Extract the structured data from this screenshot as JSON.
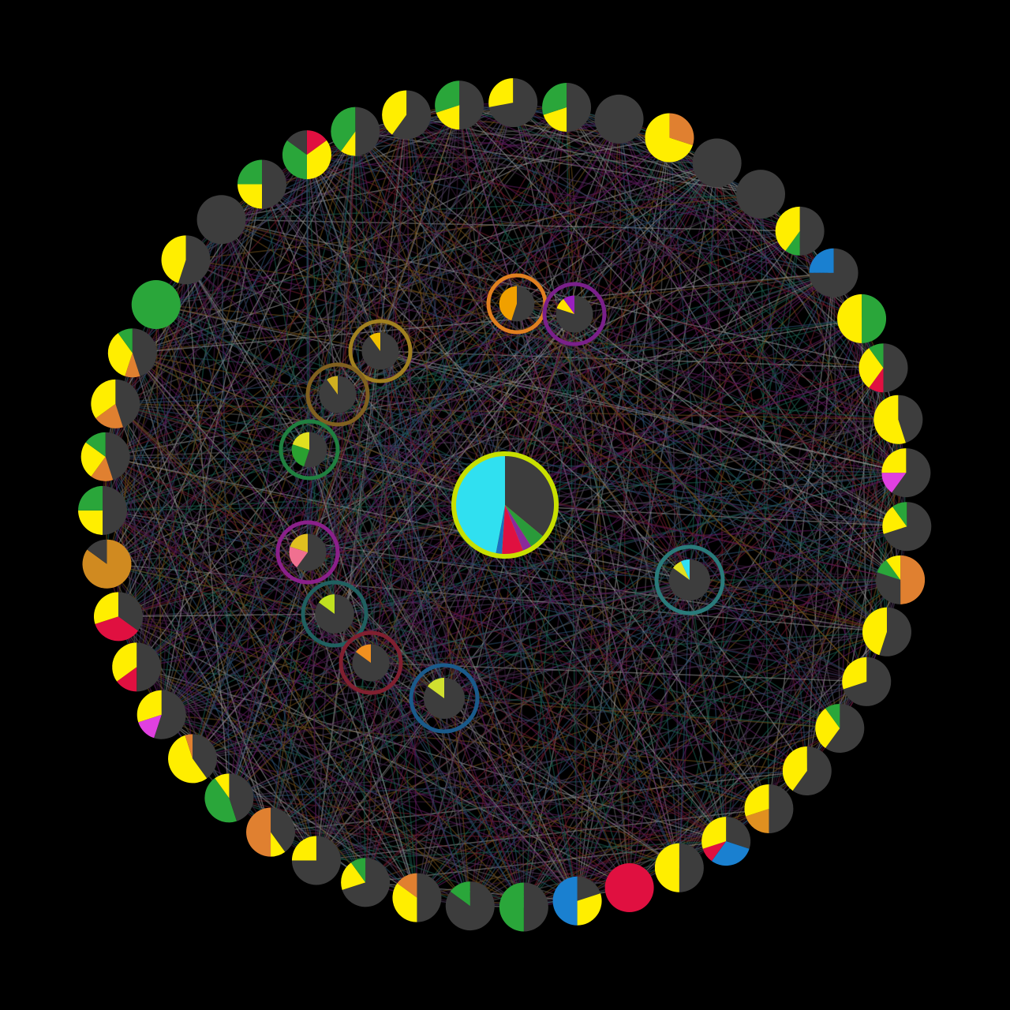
{
  "background": "#000000",
  "node_base_color": "#3d3d3d",
  "edge_colors": [
    "#8a8a8a",
    "#5a1a5a",
    "#6a4a1a",
    "#1a5a4a",
    "#4a3a5a",
    "#555555",
    "#3a1a3a",
    "#2a4a6a",
    "#6a1a2a"
  ],
  "center_hub": {
    "ring": "#c8e000",
    "slices": [
      {
        "color": "#3d3d3d",
        "fraction": 0.36
      },
      {
        "color": "#2a9a3a",
        "fraction": 0.05
      },
      {
        "color": "#8a2a9a",
        "fraction": 0.03
      },
      {
        "color": "#e01040",
        "fraction": 0.07
      },
      {
        "color": "#1a70c0",
        "fraction": 0.02
      },
      {
        "color": "#30e0f0",
        "fraction": 0.47
      }
    ]
  },
  "inner_hubs": [
    {
      "ring": "#e08020",
      "slices": [
        {
          "color": "#3d3d3d",
          "fraction": 0.55
        },
        {
          "color": "#f0a000",
          "fraction": 0.45
        }
      ]
    },
    {
      "ring": "#7a208a",
      "slices": [
        {
          "color": "#3d3d3d",
          "fraction": 0.8
        },
        {
          "color": "#ffe000",
          "fraction": 0.1
        },
        {
          "color": "#9a20c0",
          "fraction": 0.1
        }
      ]
    },
    {
      "ring": "#a08020",
      "slices": [
        {
          "color": "#3d3d3d",
          "fraction": 0.9
        },
        {
          "color": "#f0c000",
          "fraction": 0.1
        }
      ]
    },
    {
      "ring": "#806020",
      "slices": [
        {
          "color": "#3d3d3d",
          "fraction": 0.9
        },
        {
          "color": "#d0b020",
          "fraction": 0.1
        }
      ]
    },
    {
      "ring": "#208040",
      "slices": [
        {
          "color": "#3d3d3d",
          "fraction": 0.55
        },
        {
          "color": "#2aa030",
          "fraction": 0.25
        },
        {
          "color": "#e0e020",
          "fraction": 0.2
        }
      ]
    },
    {
      "ring": "#8a208a",
      "slices": [
        {
          "color": "#3d3d3d",
          "fraction": 0.6
        },
        {
          "color": "#f07090",
          "fraction": 0.2
        },
        {
          "color": "#e0c020",
          "fraction": 0.2
        }
      ]
    },
    {
      "ring": "#206060",
      "slices": [
        {
          "color": "#3d3d3d",
          "fraction": 0.85
        },
        {
          "color": "#c0e020",
          "fraction": 0.15
        }
      ]
    },
    {
      "ring": "#802030",
      "slices": [
        {
          "color": "#3d3d3d",
          "fraction": 0.85
        },
        {
          "color": "#f09020",
          "fraction": 0.15
        }
      ]
    },
    {
      "ring": "#1a5a8a",
      "slices": [
        {
          "color": "#3d3d3d",
          "fraction": 0.85
        },
        {
          "color": "#d0e030",
          "fraction": 0.15
        }
      ]
    },
    {
      "ring": "#2a7a7a",
      "slices": [
        {
          "color": "#3d3d3d",
          "fraction": 0.85
        },
        {
          "color": "#e0e020",
          "fraction": 0.08
        },
        {
          "color": "#30e0f0",
          "fraction": 0.07
        }
      ]
    }
  ],
  "outer_nodes": [
    {
      "slices": [
        {
          "color": "#3d3d3d",
          "fraction": 0.72
        },
        {
          "color": "#ffee00",
          "fraction": 0.28
        }
      ]
    },
    {
      "slices": [
        {
          "color": "#3d3d3d",
          "fraction": 0.5
        },
        {
          "color": "#ffee00",
          "fraction": 0.2
        },
        {
          "color": "#2aa63a",
          "fraction": 0.3
        }
      ]
    },
    {
      "slices": [
        {
          "color": "#3d3d3d",
          "fraction": 1.0
        }
      ]
    },
    {
      "slices": [
        {
          "color": "#e08030",
          "fraction": 0.3
        },
        {
          "color": "#ffee00",
          "fraction": 0.7
        }
      ]
    },
    {
      "slices": [
        {
          "color": "#3d3d3d",
          "fraction": 1.0
        }
      ]
    },
    {
      "slices": [
        {
          "color": "#3d3d3d",
          "fraction": 1.0
        }
      ]
    },
    {
      "slices": [
        {
          "color": "#3d3d3d",
          "fraction": 0.5
        },
        {
          "color": "#2aa63a",
          "fraction": 0.1
        },
        {
          "color": "#ffee00",
          "fraction": 0.4
        }
      ]
    },
    {
      "slices": [
        {
          "color": "#3d3d3d",
          "fraction": 0.75
        },
        {
          "color": "#1a80d0",
          "fraction": 0.25
        }
      ]
    },
    {
      "slices": [
        {
          "color": "#2aa63a",
          "fraction": 0.5
        },
        {
          "color": "#ffee00",
          "fraction": 0.5
        }
      ]
    },
    {
      "slices": [
        {
          "color": "#3d3d3d",
          "fraction": 0.5
        },
        {
          "color": "#e01040",
          "fraction": 0.1
        },
        {
          "color": "#ffee00",
          "fraction": 0.3
        },
        {
          "color": "#2aa63a",
          "fraction": 0.1
        }
      ]
    },
    {
      "slices": [
        {
          "color": "#3d3d3d",
          "fraction": 0.45
        },
        {
          "color": "#ffee00",
          "fraction": 0.55
        }
      ]
    },
    {
      "slices": [
        {
          "color": "#3d3d3d",
          "fraction": 0.6
        },
        {
          "color": "#e040e0",
          "fraction": 0.15
        },
        {
          "color": "#ffee00",
          "fraction": 0.25
        }
      ]
    },
    {
      "slices": [
        {
          "color": "#3d3d3d",
          "fraction": 0.7
        },
        {
          "color": "#ffee00",
          "fraction": 0.2
        },
        {
          "color": "#2aa63a",
          "fraction": 0.1
        }
      ]
    },
    {
      "slices": [
        {
          "color": "#e08030",
          "fraction": 0.5
        },
        {
          "color": "#3d3d3d",
          "fraction": 0.3
        },
        {
          "color": "#2aa63a",
          "fraction": 0.1
        },
        {
          "color": "#ffee00",
          "fraction": 0.1
        }
      ]
    },
    {
      "slices": [
        {
          "color": "#3d3d3d",
          "fraction": 0.55
        },
        {
          "color": "#ffee00",
          "fraction": 0.45
        }
      ]
    },
    {
      "slices": [
        {
          "color": "#3d3d3d",
          "fraction": 0.7
        },
        {
          "color": "#ffee00",
          "fraction": 0.3
        }
      ]
    },
    {
      "slices": [
        {
          "color": "#3d3d3d",
          "fraction": 0.6
        },
        {
          "color": "#ffee00",
          "fraction": 0.3
        },
        {
          "color": "#2aa63a",
          "fraction": 0.1
        }
      ]
    },
    {
      "slices": [
        {
          "color": "#3d3d3d",
          "fraction": 0.6
        },
        {
          "color": "#ffee00",
          "fraction": 0.4
        }
      ]
    },
    {
      "slices": [
        {
          "color": "#3d3d3d",
          "fraction": 0.5
        },
        {
          "color": "#e09020",
          "fraction": 0.2
        },
        {
          "color": "#ffee00",
          "fraction": 0.3
        }
      ]
    },
    {
      "slices": [
        {
          "color": "#3d3d3d",
          "fraction": 0.3
        },
        {
          "color": "#1a80d0",
          "fraction": 0.3
        },
        {
          "color": "#e01040",
          "fraction": 0.1
        },
        {
          "color": "#ffee00",
          "fraction": 0.3
        }
      ]
    },
    {
      "slices": [
        {
          "color": "#3d3d3d",
          "fraction": 0.5
        },
        {
          "color": "#ffee00",
          "fraction": 0.5
        }
      ]
    },
    {
      "slices": [
        {
          "color": "#e01040",
          "fraction": 1.0
        }
      ]
    },
    {
      "slices": [
        {
          "color": "#3d3d3d",
          "fraction": 0.2
        },
        {
          "color": "#ffee00",
          "fraction": 0.3
        },
        {
          "color": "#1a80d0",
          "fraction": 0.5
        }
      ]
    },
    {
      "slices": [
        {
          "color": "#3d3d3d",
          "fraction": 0.5
        },
        {
          "color": "#2aa63a",
          "fraction": 0.5
        }
      ]
    },
    {
      "slices": [
        {
          "color": "#3d3d3d",
          "fraction": 0.85
        },
        {
          "color": "#2aa63a",
          "fraction": 0.15
        }
      ]
    },
    {
      "slices": [
        {
          "color": "#3d3d3d",
          "fraction": 0.5
        },
        {
          "color": "#ffee00",
          "fraction": 0.35
        },
        {
          "color": "#e08030",
          "fraction": 0.15
        }
      ]
    },
    {
      "slices": [
        {
          "color": "#3d3d3d",
          "fraction": 0.7
        },
        {
          "color": "#ffee00",
          "fraction": 0.2
        },
        {
          "color": "#2aa63a",
          "fraction": 0.1
        }
      ]
    },
    {
      "slices": [
        {
          "color": "#3d3d3d",
          "fraction": 0.75
        },
        {
          "color": "#ffee00",
          "fraction": 0.25
        }
      ]
    },
    {
      "slices": [
        {
          "color": "#3d3d3d",
          "fraction": 0.4
        },
        {
          "color": "#ffee00",
          "fraction": 0.1
        },
        {
          "color": "#e08030",
          "fraction": 0.5
        }
      ]
    },
    {
      "slices": [
        {
          "color": "#3d3d3d",
          "fraction": 0.45
        },
        {
          "color": "#2aa63a",
          "fraction": 0.45
        },
        {
          "color": "#ffee00",
          "fraction": 0.1
        }
      ]
    },
    {
      "slices": [
        {
          "color": "#3d3d3d",
          "fraction": 0.4
        },
        {
          "color": "#ffee00",
          "fraction": 0.55
        },
        {
          "color": "#e08030",
          "fraction": 0.05
        }
      ]
    },
    {
      "slices": [
        {
          "color": "#3d3d3d",
          "fraction": 0.55
        },
        {
          "color": "#e040e0",
          "fraction": 0.15
        },
        {
          "color": "#ffee00",
          "fraction": 0.3
        }
      ]
    },
    {
      "slices": [
        {
          "color": "#3d3d3d",
          "fraction": 0.5
        },
        {
          "color": "#e01040",
          "fraction": 0.15
        },
        {
          "color": "#ffee00",
          "fraction": 0.35
        }
      ]
    },
    {
      "slices": [
        {
          "color": "#3d3d3d",
          "fraction": 0.35
        },
        {
          "color": "#e01040",
          "fraction": 0.35
        },
        {
          "color": "#ffee00",
          "fraction": 0.3
        }
      ]
    },
    {
      "slices": [
        {
          "color": "#d08a20",
          "fraction": 0.85
        },
        {
          "color": "#3d3d3d",
          "fraction": 0.15
        }
      ]
    },
    {
      "slices": [
        {
          "color": "#3d3d3d",
          "fraction": 0.5
        },
        {
          "color": "#ffee00",
          "fraction": 0.25
        },
        {
          "color": "#2aa63a",
          "fraction": 0.25
        }
      ]
    },
    {
      "slices": [
        {
          "color": "#3d3d3d",
          "fraction": 0.45
        },
        {
          "color": "#e08030",
          "fraction": 0.15
        },
        {
          "color": "#ffee00",
          "fraction": 0.25
        },
        {
          "color": "#2aa63a",
          "fraction": 0.15
        }
      ]
    },
    {
      "slices": [
        {
          "color": "#3d3d3d",
          "fraction": 0.45
        },
        {
          "color": "#e08030",
          "fraction": 0.2
        },
        {
          "color": "#ffee00",
          "fraction": 0.35
        }
      ]
    },
    {
      "slices": [
        {
          "color": "#3d3d3d",
          "fraction": 0.45
        },
        {
          "color": "#e08030",
          "fraction": 0.1
        },
        {
          "color": "#ffee00",
          "fraction": 0.35
        },
        {
          "color": "#2aa63a",
          "fraction": 0.1
        }
      ]
    },
    {
      "slices": [
        {
          "color": "#2aa63a",
          "fraction": 1.0
        }
      ]
    },
    {
      "slices": [
        {
          "color": "#3d3d3d",
          "fraction": 0.55
        },
        {
          "color": "#ffee00",
          "fraction": 0.45
        }
      ]
    },
    {
      "slices": [
        {
          "color": "#3d3d3d",
          "fraction": 1.0
        }
      ]
    },
    {
      "slices": [
        {
          "color": "#3d3d3d",
          "fraction": 0.5
        },
        {
          "color": "#ffee00",
          "fraction": 0.25
        },
        {
          "color": "#2aa63a",
          "fraction": 0.25
        }
      ]
    },
    {
      "slices": [
        {
          "color": "#e01040",
          "fraction": 0.15
        },
        {
          "color": "#ffee00",
          "fraction": 0.35
        },
        {
          "color": "#2aa63a",
          "fraction": 0.35
        },
        {
          "color": "#3d3d3d",
          "fraction": 0.15
        }
      ]
    },
    {
      "slices": [
        {
          "color": "#3d3d3d",
          "fraction": 0.5
        },
        {
          "color": "#ffee00",
          "fraction": 0.1
        },
        {
          "color": "#2aa63a",
          "fraction": 0.4
        }
      ]
    },
    {
      "slices": [
        {
          "color": "#3d3d3d",
          "fraction": 0.6
        },
        {
          "color": "#ffee00",
          "fraction": 0.4
        }
      ]
    },
    {
      "slices": [
        {
          "color": "#3d3d3d",
          "fraction": 0.5
        },
        {
          "color": "#ffee00",
          "fraction": 0.2
        },
        {
          "color": "#2aa63a",
          "fraction": 0.3
        }
      ]
    }
  ]
}
